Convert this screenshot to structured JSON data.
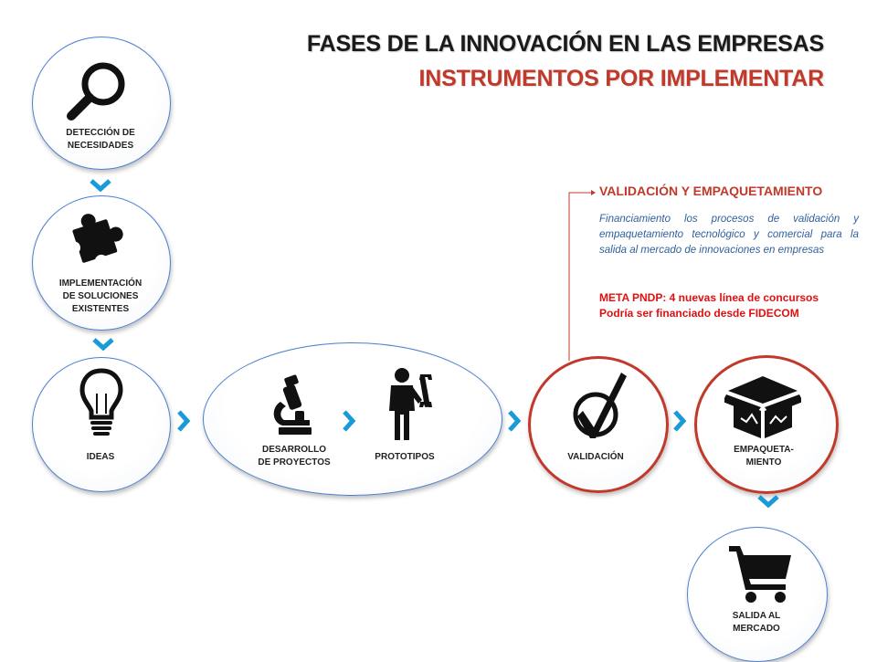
{
  "title": {
    "line1": "FASES DE LA INNOVACIÓN EN LAS EMPRESAS",
    "line2": "INSTRUMENTOS POR IMPLEMENTAR"
  },
  "stages": {
    "detection": {
      "label": "DETECCIÓN DE\nNECESIDADES",
      "icon": "magnifier-icon"
    },
    "implementation": {
      "label": "IMPLEMENTACIÓN\nDE SOLUCIONES\nEXISTENTES",
      "icon": "puzzle-piece-icon"
    },
    "ideas": {
      "label": "IDEAS",
      "icon": "light-bulb-icon"
    },
    "development": {
      "label": "DESARROLLO\nDE PROYECTOS",
      "icon": "microscope-icon"
    },
    "prototypes": {
      "label": "PROTOTIPOS",
      "icon": "mechanic-person-icon"
    },
    "validation": {
      "label": "VALIDACIÓN",
      "icon": "check-box-icon"
    },
    "packaging": {
      "label": "EMPAQUETA-\nMIENTO",
      "icon": "open-box-icon"
    },
    "market": {
      "label": "SALIDA AL\nMERCADO",
      "icon": "shopping-cart-icon"
    }
  },
  "callout": {
    "heading": "VALIDACIÓN Y EMPAQUETAMIENTO",
    "description": "Financiamiento los procesos de validación y empaquetamiento tecnológico y comercial para la salida al mercado de innovaciones en empresas",
    "meta_line1": "META PNDP:  4  nuevas línea de concursos",
    "meta_line2": "Podría ser financiado desde FIDECOM"
  },
  "colors": {
    "accent_blue": "#1a9bd7",
    "circle_border_blue": "#4a7fd0",
    "highlight_red": "#c0392b",
    "meta_red": "#e01010",
    "description_blue": "#2e5f9e"
  }
}
